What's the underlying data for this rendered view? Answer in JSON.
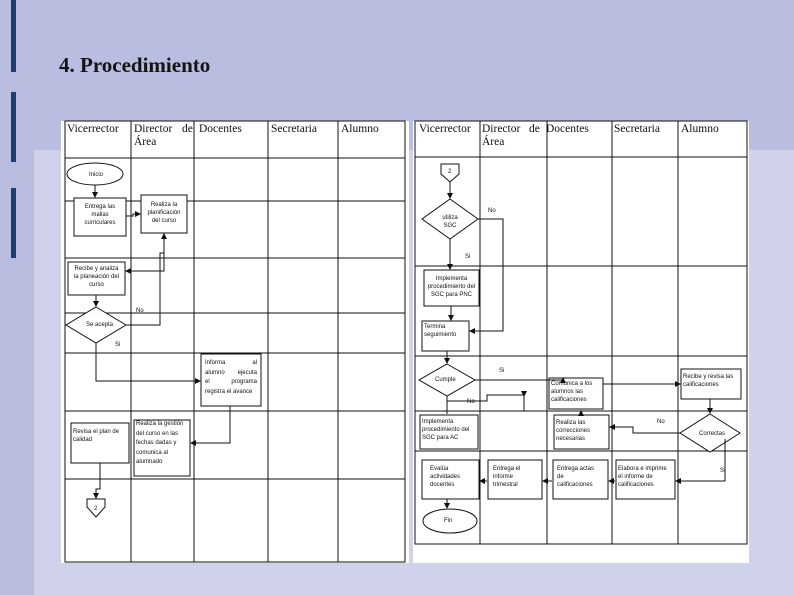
{
  "slide": {
    "title": "4. Procedimiento"
  },
  "colors": {
    "background": "#b9bde0",
    "lower_background": "#d0d2ec",
    "accent_bar": "#1f3a74",
    "line": "#111111"
  },
  "diagram1": {
    "headers": {
      "vicerrector": "Vicerrector",
      "director_line1": "Director",
      "director_de": "de",
      "director_line2": "Área",
      "docentes": "Docentes",
      "secretaria": "Secretaria",
      "alumno": "Alumno"
    },
    "inicio": "Inicio",
    "entrega": [
      "Entrega las",
      "mallas",
      "curriculares"
    ],
    "realiza_planificacion": [
      "Realiza la",
      "planificación",
      "del curso"
    ],
    "recibe_analiza": [
      "Recibe y analiza",
      "la planeación del",
      "curso"
    ],
    "se_acepta": "Se acepta",
    "no": "No",
    "si": "Si",
    "informa": [
      "Informa",
      "al",
      "alumno",
      "ejecuta",
      "el",
      "programa",
      "registra el avance"
    ],
    "revisa_plan": [
      "Revisa el plan de",
      "calidad"
    ],
    "realiza_gestion": [
      "Realiza la gestión",
      "del curso en las",
      "fechas dadas y",
      "comunica al",
      "alumnado"
    ],
    "connector_2": "2"
  },
  "diagram2": {
    "headers": {
      "vicerrector": "Vicerrector",
      "director_line1": "Director",
      "director_de": "de",
      "director_line2": "Área",
      "docentes": "Docentes",
      "secretaria": "Secretaria",
      "alumno": "Alumno"
    },
    "connector_2": "2",
    "utiliza_sgc": [
      "utiliza",
      "SGC"
    ],
    "no_top": "No",
    "si_1": "Si",
    "implementa_sgc": [
      "Implementa",
      "procedimiento del",
      "SGC para PNC"
    ],
    "termina": [
      "Termina",
      "seguimiento"
    ],
    "cumple": "Cumple",
    "si_2": "Si",
    "no_2": "No",
    "comunica": [
      "Comunica a los",
      "alumnos las",
      "calificaciones"
    ],
    "recibe_revisa": [
      "Recibe y revisa las",
      "calificaciones"
    ],
    "implementa_ac": [
      "Implementa",
      "procedimiento del",
      "SGC para AC"
    ],
    "realiza_correcciones": [
      "Realiza las",
      "correcciones",
      "necesarias"
    ],
    "no_3": "No",
    "correctas": "Correctas",
    "si_3": "Si",
    "evalua": [
      "Evalúa",
      "actividades",
      "docentes"
    ],
    "entrega_informe": [
      "Entrega el",
      "informe",
      "trimestral"
    ],
    "entrega_actas": [
      "Entrega actas",
      "de",
      "calificaciones"
    ],
    "elabora": [
      "Elabora e imprime",
      "el informe de",
      "calificaciones"
    ],
    "fin": "Fin"
  }
}
